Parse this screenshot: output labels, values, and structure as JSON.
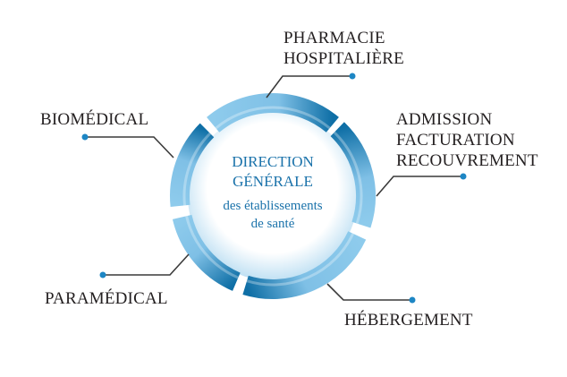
{
  "center": {
    "title_line1": "DIRECTION",
    "title_line2": "GÉNÉRALE",
    "subtitle_line1": "des établissements",
    "subtitle_line2": "de santé"
  },
  "branches": [
    {
      "id": "pharmacie",
      "lines": [
        "PHARMACIE",
        "HOSPITALIÈRE"
      ]
    },
    {
      "id": "admission",
      "lines": [
        "ADMISSION",
        "FACTURATION",
        "RECOUVREMENT"
      ]
    },
    {
      "id": "hebergement",
      "lines": [
        "HÉBERGEMENT"
      ]
    },
    {
      "id": "paramedical",
      "lines": [
        "PARAMÉDICAL"
      ]
    },
    {
      "id": "biomedical",
      "lines": [
        "BIOMÉDICAL"
      ]
    }
  ],
  "colors": {
    "ring_light": "#8ecbec",
    "ring_dark": "#0f6fa6",
    "text": "#231f20",
    "center_text": "#1a72aa",
    "connector": "#3a3a3a"
  }
}
